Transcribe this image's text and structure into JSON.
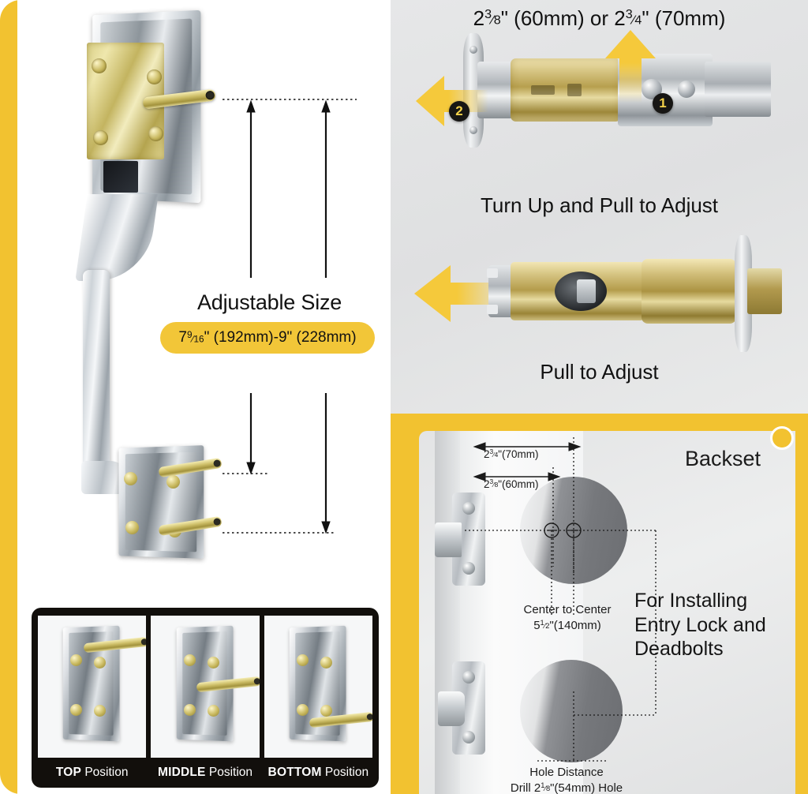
{
  "left_panel": {
    "adjustable_title": "Adjustable Size",
    "adjustable_range": "7⁹⁄₁₆\" (192mm) - 9\" (228mm)",
    "range_min_whole": "7",
    "range_min_num": "9",
    "range_min_den": "16",
    "range_min_mm": "\" (192mm)",
    "range_sep": " - ",
    "range_max": "9\" (228mm)",
    "positions": [
      {
        "strong": "TOP",
        "rest": " Position"
      },
      {
        "strong": "MIDDLE",
        "rest": " Position"
      },
      {
        "strong": "BOTTOM",
        "rest": " Position"
      }
    ]
  },
  "right_top": {
    "heading_whole1": "2",
    "heading_num1": "3",
    "heading_den1": "8",
    "heading_mid": "\" (60mm) or 2",
    "heading_num2": "3",
    "heading_den2": "4",
    "heading_end": "\" (70mm)",
    "heading_full": "2³⁄₈\" (60mm) or 2³⁄₄\" (70mm)",
    "caption_1": "Turn Up and Pull to Adjust",
    "caption_2": "Pull to Adjust",
    "step_1": "1",
    "step_2": "2"
  },
  "backset_panel": {
    "title": "Backset",
    "dim_70_whole": "2",
    "dim_70_num": "3",
    "dim_70_den": "4",
    "dim_70_rest": "\"(70mm)",
    "dim_60_whole": "2",
    "dim_60_num": "3",
    "dim_60_den": "8",
    "dim_60_rest": "\"(60mm)",
    "center_label": "Center to Center",
    "center_whole": "5",
    "center_num": "1",
    "center_den": "2",
    "center_rest": "\"(140mm)",
    "hole_label": "Hole Distance",
    "hole_drill_pre": "Drill 2",
    "hole_num": "1",
    "hole_den": "8",
    "hole_drill_post": "\"(54mm) Hole",
    "info_line1": "For Installing",
    "info_line2": "Entry Lock and",
    "info_line3": "Deadbolts"
  },
  "colors": {
    "brand_yellow": "#F2C230",
    "badge_yellow": "#F2C638",
    "panel_gray": "#E6E7E8",
    "strip_black": "#120F0C",
    "text_dark": "#121212"
  }
}
